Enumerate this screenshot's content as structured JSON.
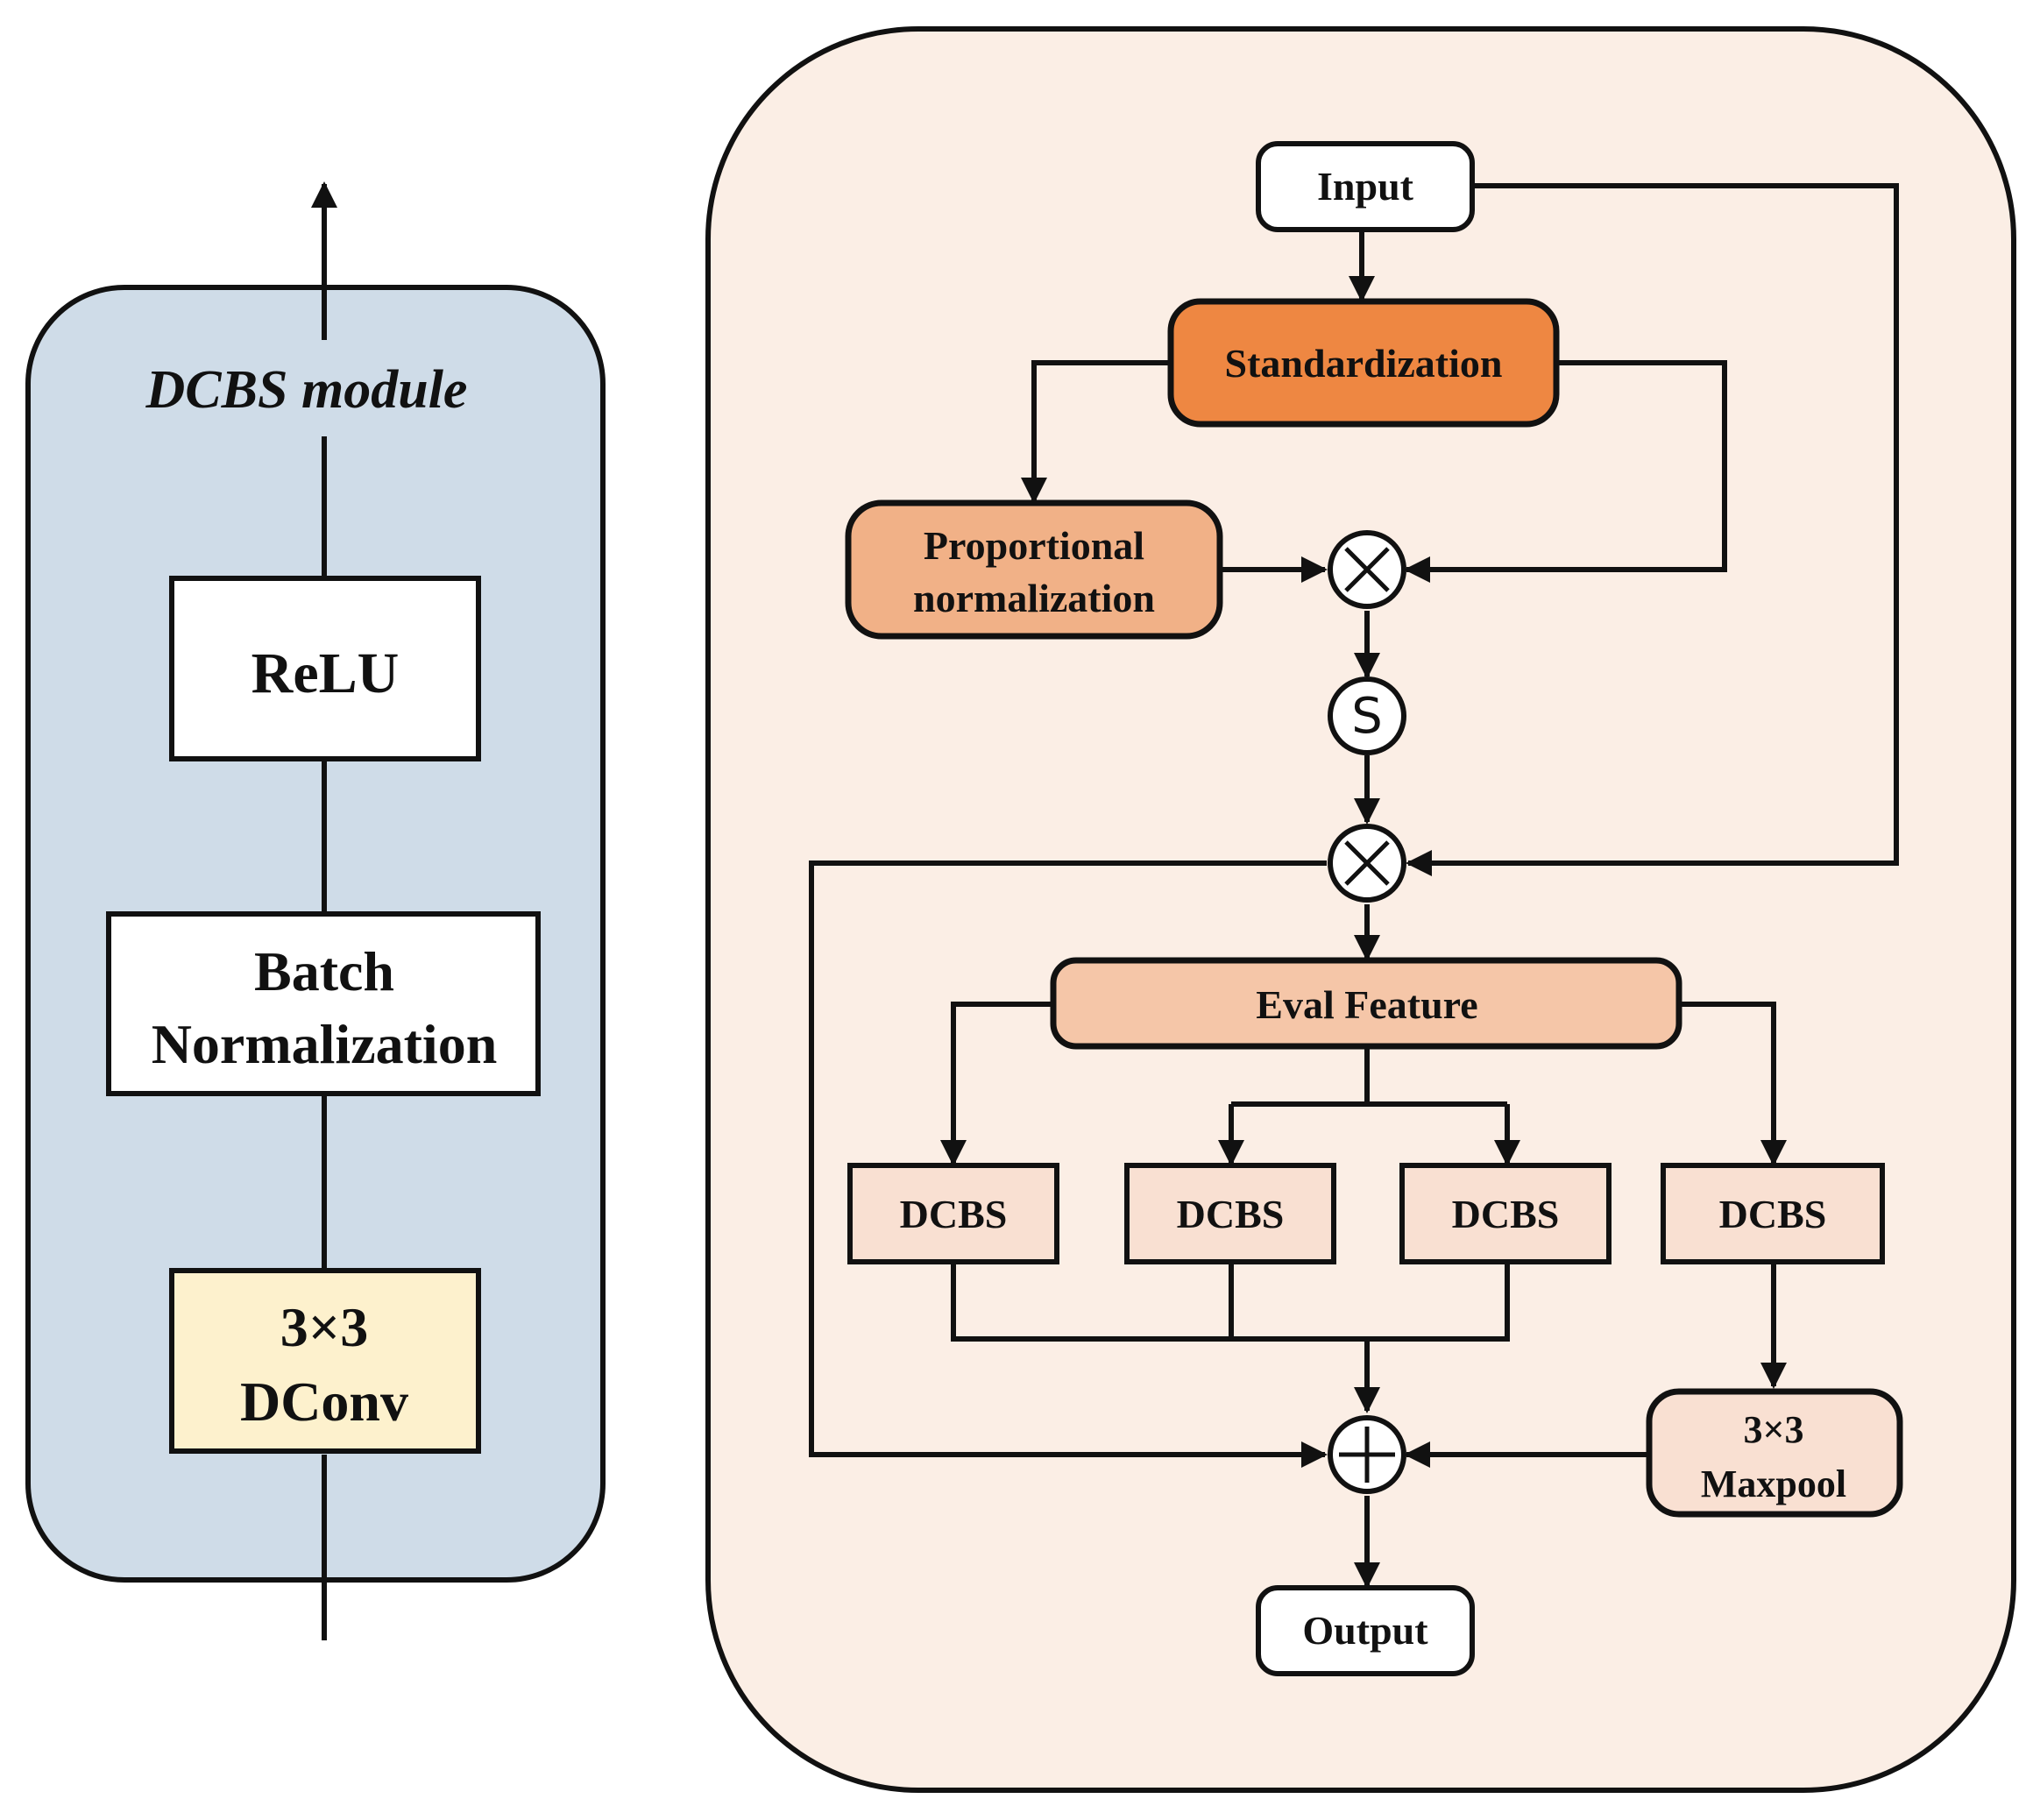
{
  "colors": {
    "left_panel_bg": "#cfdce8",
    "right_panel_bg": "#fbeee5",
    "standardization": "#ee8742",
    "proportional": "#f1b187",
    "eval_feature": "#f5c6a8",
    "dcbs_box": "#f9e0d2",
    "maxpool_box": "#f9e0d2",
    "dconv_box": "#fdf1cd",
    "plain_box": "#ffffff",
    "stroke": "#111111"
  },
  "left": {
    "title": "DCBS module",
    "relu": "ReLU",
    "bn_line1": "Batch",
    "bn_line2": "Normalization",
    "dconv_line1": "3×3",
    "dconv_line2": "DConv"
  },
  "right": {
    "input": "Input",
    "standardization": "Standardization",
    "proportional_line1": "Proportional",
    "proportional_line2": "normalization",
    "multiply_symbol": "⨯",
    "sigmoid_symbol": "S",
    "eval_feature": "Eval Feature",
    "dcbs_1": "DCBS",
    "dcbs_2": "DCBS",
    "dcbs_3": "DCBS",
    "dcbs_4": "DCBS",
    "maxpool_line1": "3×3",
    "maxpool_line2": "Maxpool",
    "add_symbol": "+",
    "output": "Output"
  }
}
